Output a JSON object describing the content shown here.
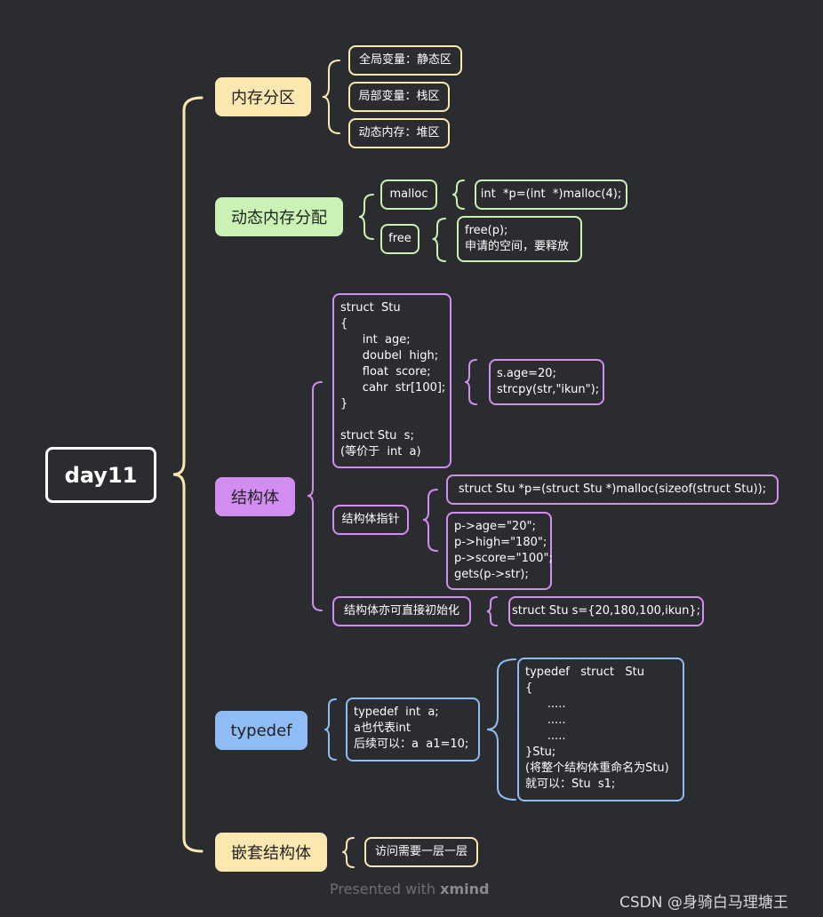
{
  "colors": {
    "background": "#2b2c2f",
    "yellow": "#fbe8b0",
    "green": "#c9f2b4",
    "purple": "#d28df0",
    "blue": "#8fbcf5"
  },
  "root": {
    "label": "day11"
  },
  "branches": {
    "memory_partition": {
      "label": "内存分区",
      "items": [
        "全局变量：静态区",
        "局部变量：栈区",
        "动态内存：堆区"
      ]
    },
    "dynamic_alloc": {
      "label": "动态内存分配",
      "malloc": {
        "label": "malloc",
        "code": "int  *p=(int  *)malloc(4);"
      },
      "free": {
        "label": "free",
        "code": "free(p);\n申请的空间，要释放"
      }
    },
    "struct": {
      "label": "结构体",
      "definition": "struct  Stu\n{\n      int  age;\n      doubel  high;\n      float  score;\n      cahr  str[100];\n}\n\nstruct Stu  s;\n(等价于  int  a)",
      "assign": "s.age=20;\nstrcpy(str,\"ikun\");",
      "pointer": {
        "label": "结构体指针",
        "decl": "struct Stu *p=(struct Stu *)malloc(sizeof(struct Stu));",
        "access": "p->age=\"20\";\np->high=\"180\";\np->score=\"100\";\ngets(p->str);"
      },
      "init": {
        "label": "结构体亦可直接初始化",
        "code": "struct Stu s={20,180,100,ikun};"
      }
    },
    "typedef": {
      "label": "typedef",
      "basic": "typedef  int  a;\na也代表int\n后续可以：a  a1=10;",
      "struct_example": "typedef   struct   Stu\n{\n      .....\n      .....\n      .....\n}Stu;\n(将整个结构体重命名为Stu)\n就可以：Stu  s1;"
    },
    "nested": {
      "label": "嵌套结构体",
      "item": "访问需要一层一层"
    }
  },
  "footer": {
    "presented_prefix": "Presented with ",
    "presented_brand": "xmind",
    "credit": "CSDN @身骑白马理塘王"
  }
}
